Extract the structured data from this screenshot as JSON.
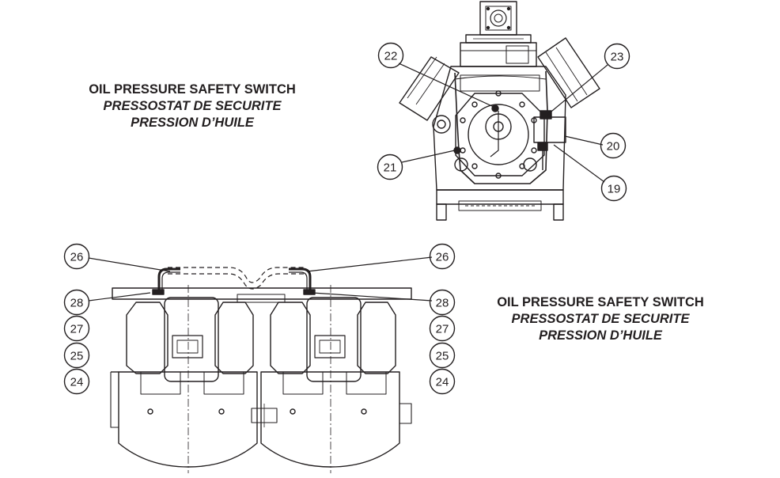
{
  "captions": {
    "top": {
      "line1": "OIL PRESSURE SAFETY SWITCH",
      "line2": "PRESSOSTAT DE SECURITE",
      "line3": "PRESSION D’HUILE"
    },
    "bottom": {
      "line1": "OIL PRESSURE SAFETY SWITCH",
      "line2": "PRESSOSTAT DE SECURITE",
      "line3": "PRESSION D’HUILE"
    }
  },
  "callouts_top": [
    "22",
    "23",
    "20",
    "21",
    "19"
  ],
  "callouts_left": [
    "26",
    "28",
    "27",
    "25",
    "24"
  ],
  "callouts_right": [
    "26",
    "28",
    "27",
    "25",
    "24"
  ]
}
